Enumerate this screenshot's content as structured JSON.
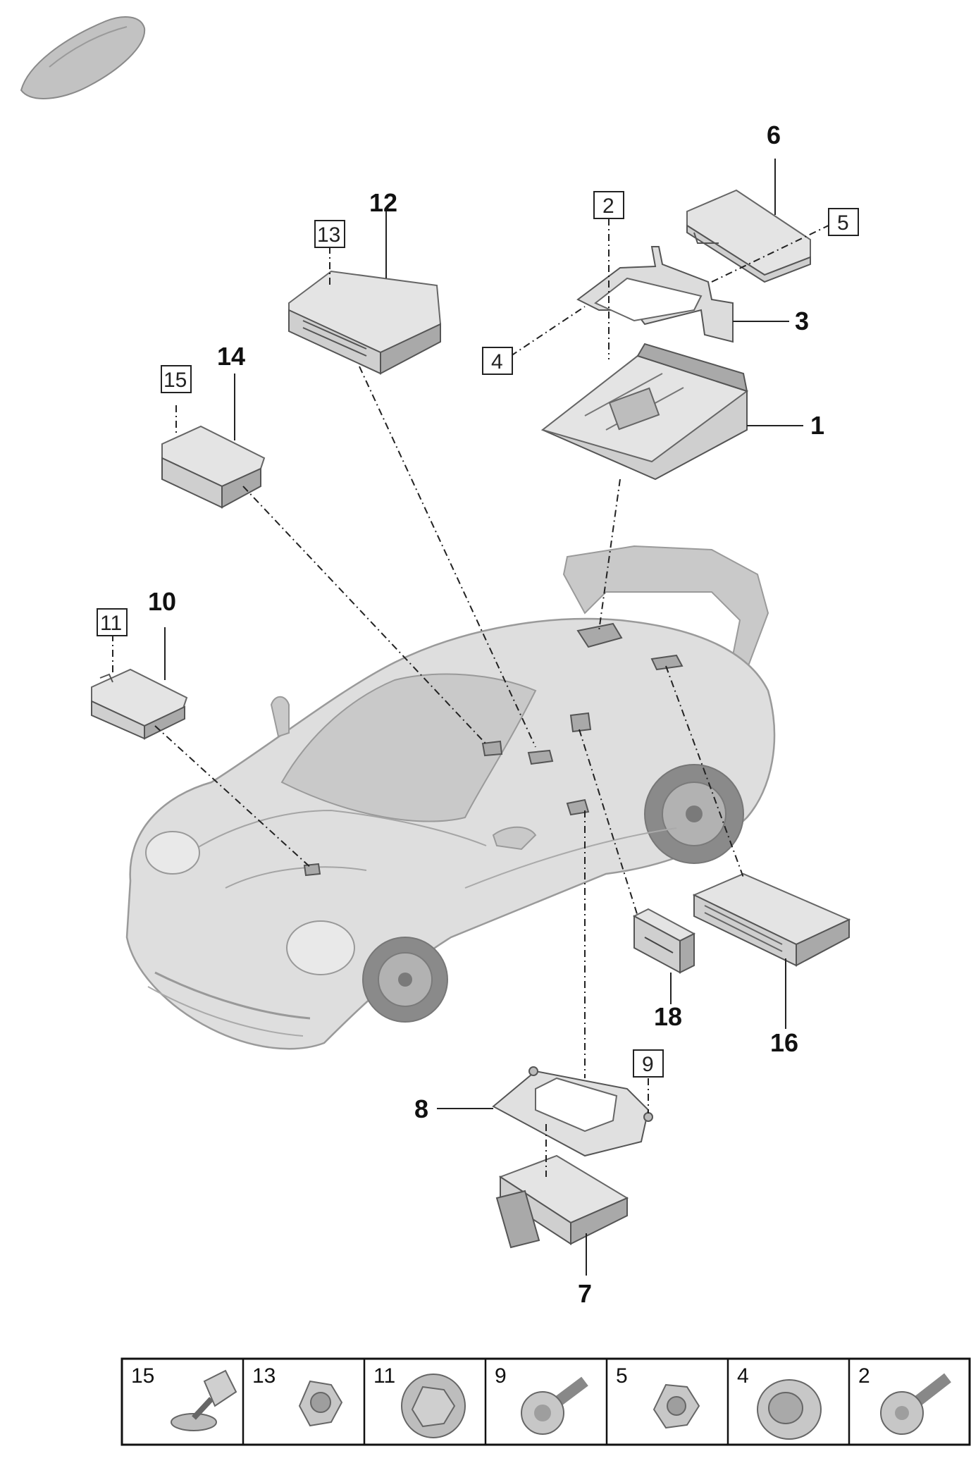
{
  "callouts": {
    "p1": "1",
    "p3": "3",
    "p6": "6",
    "p7": "7",
    "p8": "8",
    "p10": "10",
    "p12": "12",
    "p14": "14",
    "p16": "16",
    "p18": "18"
  },
  "boxed_callouts": {
    "b2": "2",
    "b4": "4",
    "b5": "5",
    "b9": "9",
    "b11": "11",
    "b13": "13",
    "b15": "15"
  },
  "hardware_table": [
    {
      "number": "15",
      "icon": "clip-rivet-icon"
    },
    {
      "number": "13",
      "icon": "hex-nut-icon"
    },
    {
      "number": "11",
      "icon": "flange-nut-icon"
    },
    {
      "number": "9",
      "icon": "flange-screw-icon"
    },
    {
      "number": "5",
      "icon": "hex-nut-icon"
    },
    {
      "number": "4",
      "icon": "spacer-bushing-icon"
    },
    {
      "number": "2",
      "icon": "torx-screw-icon"
    }
  ]
}
